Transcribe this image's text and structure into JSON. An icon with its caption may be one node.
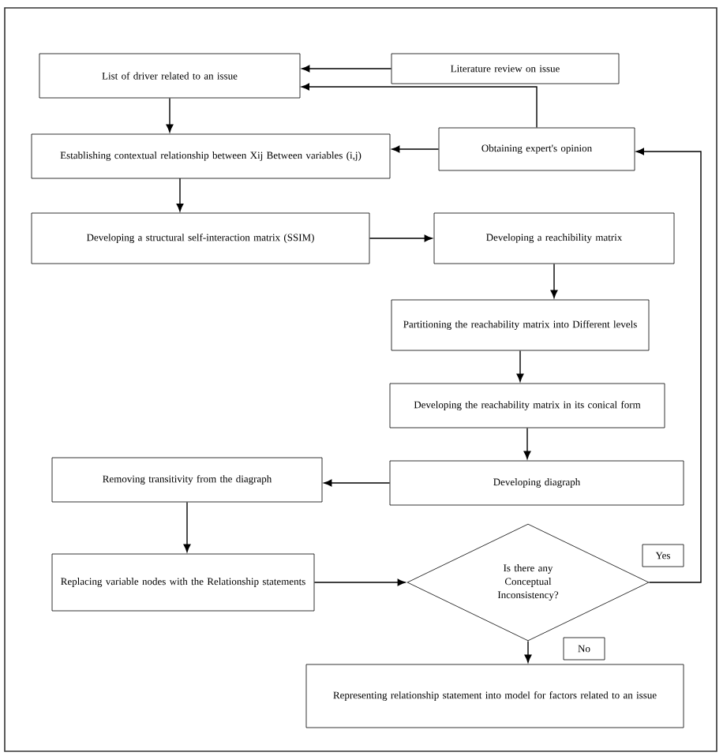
{
  "diagram": {
    "nodes": [
      {
        "text": [
          "List of driver related to an issue"
        ]
      },
      {
        "text": [
          "Literature review on issue"
        ]
      },
      {
        "text": [
          "Establishing contextual relationship between Xij Between variables (i,j)"
        ]
      },
      {
        "text": [
          "Obtaining expert's opinion"
        ]
      },
      {
        "text": [
          "Developing a structural self-interaction matrix (SSIM)"
        ]
      },
      {
        "text": [
          "Developing a reachibility matrix"
        ]
      },
      {
        "text": [
          "Partitioning the reachability matrix into Different levels"
        ]
      },
      {
        "text": [
          "Developing the reachability matrix in its conical form"
        ]
      },
      {
        "text": [
          "Developing diagraph"
        ]
      },
      {
        "text": [
          "Removing transitivity from the diagraph"
        ]
      },
      {
        "text": [
          "Replacing variable nodes with the Relationship statements"
        ]
      },
      {
        "text": [
          "Is there any Conceptual Inconsistency?"
        ]
      },
      {
        "text": [
          "Representing relationship statement into model for factors related to an issue"
        ]
      }
    ],
    "edges": [
      {
        "from": 1,
        "to": 0,
        "arrow": "to"
      },
      {
        "from": 3,
        "to": 0,
        "arrow": "to"
      },
      {
        "from": 0,
        "to": 2,
        "arrow": "to"
      },
      {
        "from": 3,
        "to": 2,
        "arrow": "to"
      },
      {
        "from": 2,
        "to": 4,
        "arrow": "to"
      },
      {
        "from": 4,
        "to": 5,
        "arrow": "to"
      },
      {
        "from": 5,
        "to": 6,
        "arrow": "to"
      },
      {
        "from": 6,
        "to": 7,
        "arrow": "to"
      },
      {
        "from": 7,
        "to": 8,
        "arrow": "to"
      },
      {
        "from": 8,
        "to": 9,
        "arrow": "to"
      },
      {
        "from": 9,
        "to": 10,
        "arrow": "to"
      },
      {
        "from": 10,
        "to": 11,
        "arrow": "to"
      },
      {
        "from": 11,
        "to": 3,
        "arrow": "to",
        "label": "Yes"
      },
      {
        "from": 11,
        "to": 12,
        "arrow": "to",
        "label": "No"
      }
    ]
  }
}
